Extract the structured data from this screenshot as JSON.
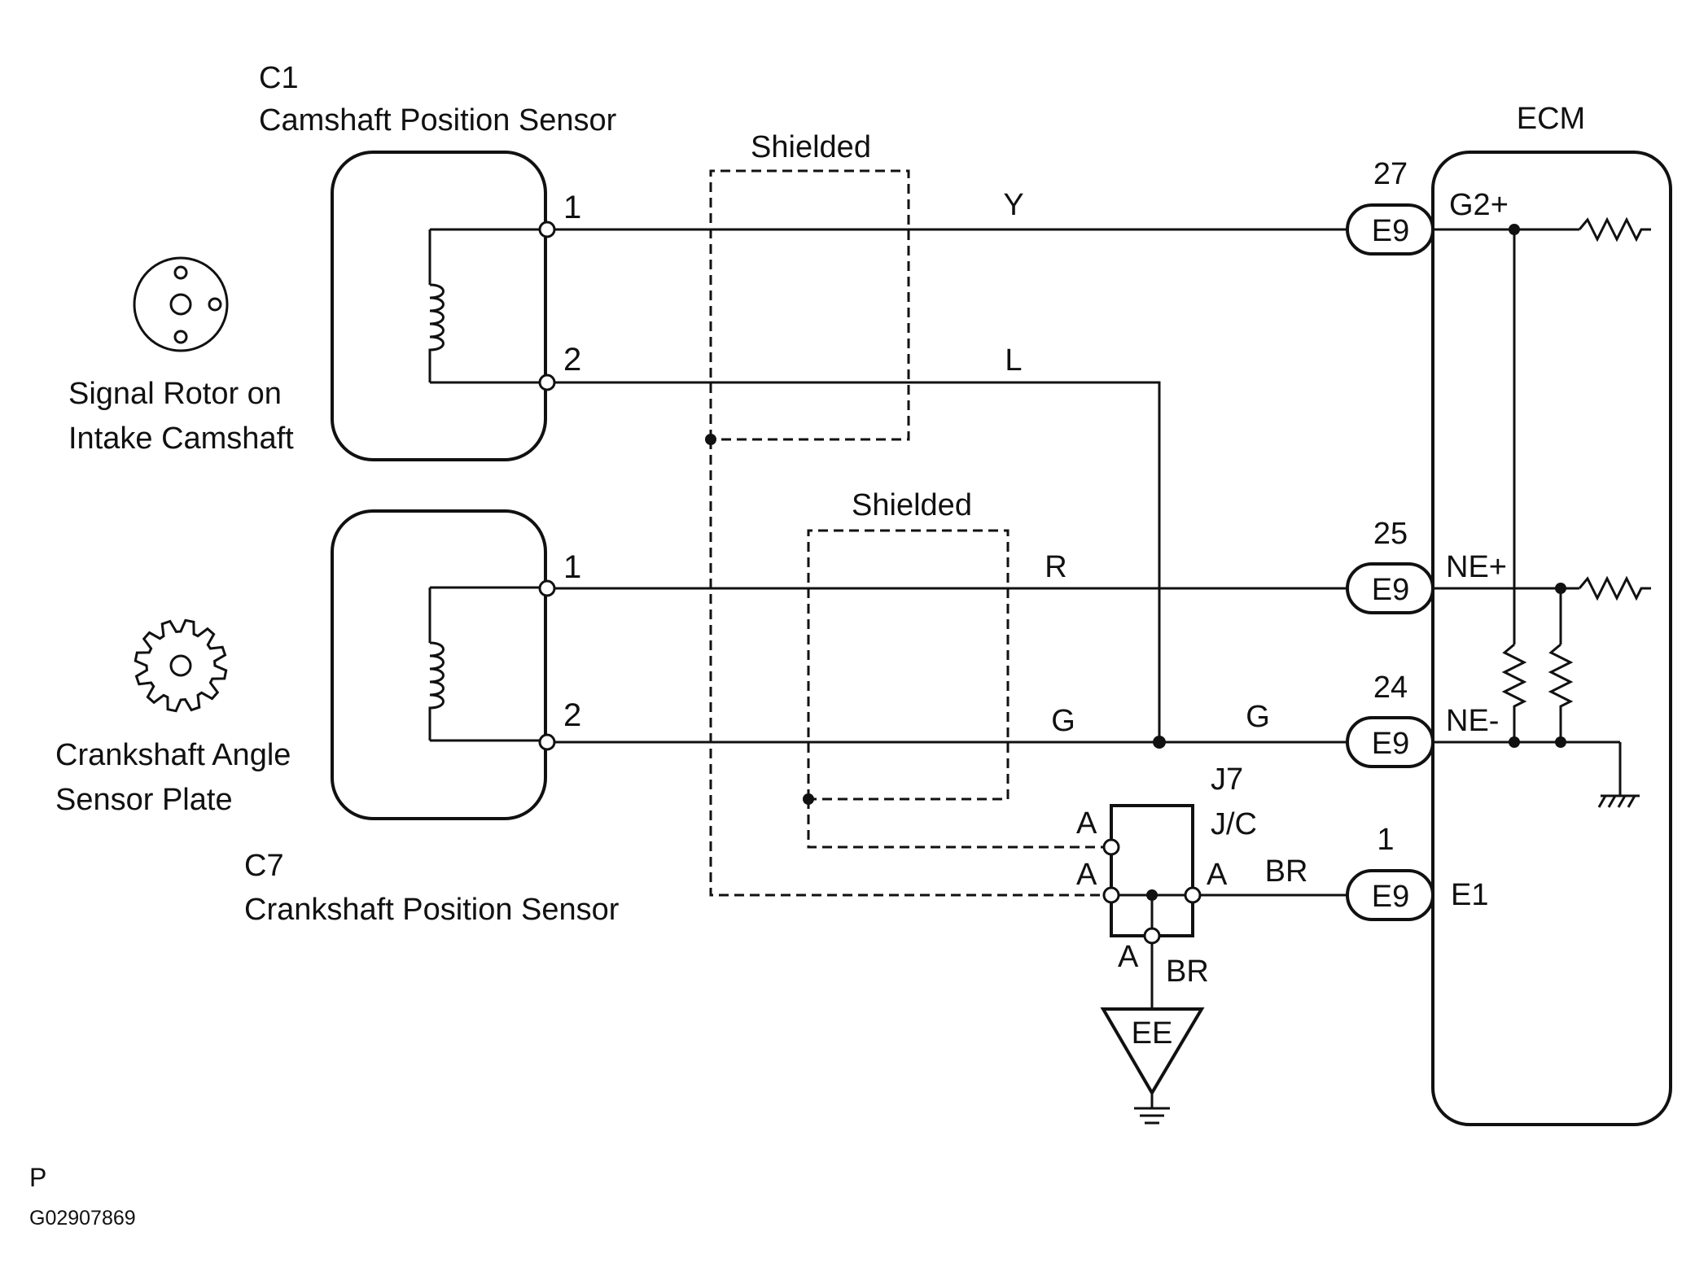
{
  "camshaft_sensor": {
    "code": "C1",
    "name": "Camshaft Position Sensor",
    "pin1": "1",
    "pin2": "2"
  },
  "signal_rotor": {
    "line1": "Signal Rotor on",
    "line2": "Intake Camshaft"
  },
  "crank_sensor": {
    "code": "C7",
    "name": "Crankshaft Position Sensor",
    "pin1": "1",
    "pin2": "2"
  },
  "crank_plate": {
    "line1": "Crankshaft Angle",
    "line2": "Sensor Plate"
  },
  "shield_top_label": "Shielded",
  "shield_bottom_label": "Shielded",
  "wires": {
    "y": "Y",
    "l": "L",
    "r": "R",
    "g_left": "G",
    "g_right": "G",
    "br_ecm": "BR",
    "br_ground": "BR"
  },
  "ecm": {
    "title": "ECM",
    "terminals": [
      {
        "pin": "27",
        "connector": "E9",
        "signal": "G2+"
      },
      {
        "pin": "25",
        "connector": "E9",
        "signal": "NE+"
      },
      {
        "pin": "24",
        "connector": "E9",
        "signal": "NE-"
      },
      {
        "pin": "1",
        "connector": "E9",
        "signal": "E1"
      }
    ]
  },
  "junction": {
    "code": "J7",
    "name": "J/C",
    "pin_labels": [
      "A",
      "A",
      "A",
      "A"
    ]
  },
  "ground": {
    "label": "EE"
  },
  "footer": {
    "letter": "P",
    "figure_id": "G02907869"
  }
}
